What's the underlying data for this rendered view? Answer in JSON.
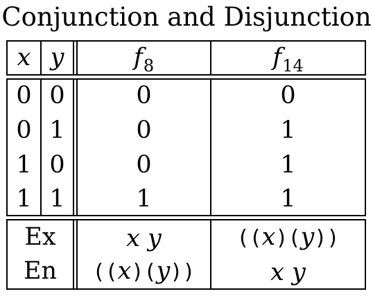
{
  "title": "Conjunction and Disjunction",
  "header": {
    "x": "x",
    "y": "y",
    "f8_base": "f",
    "f8_sub": "8",
    "f14_base": "f",
    "f14_sub": "14"
  },
  "rows": [
    {
      "x": "0",
      "y": "0",
      "f8": "0",
      "f14": "0"
    },
    {
      "x": "0",
      "y": "1",
      "f8": "0",
      "f14": "1"
    },
    {
      "x": "1",
      "y": "0",
      "f8": "0",
      "f14": "1"
    },
    {
      "x": "1",
      "y": "1",
      "f8": "1",
      "f14": "1"
    }
  ],
  "footer": {
    "ex_label": "Ex",
    "en_label": "En",
    "var_x": "x",
    "var_y": "y",
    "open2": "((",
    "mid": ")(",
    "close2": "))"
  }
}
